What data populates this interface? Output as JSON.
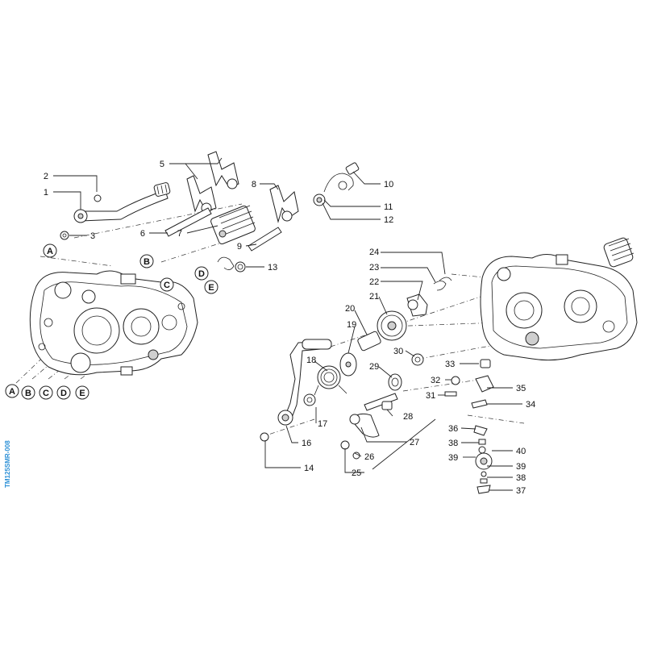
{
  "side_code": "TM125SMR-008",
  "circle_letters": [
    "A",
    "B",
    "C",
    "D",
    "E"
  ],
  "part_numbers": [
    "1",
    "2",
    "3",
    "5",
    "6",
    "7",
    "8",
    "9",
    "10",
    "11",
    "12",
    "13",
    "14",
    "16",
    "17",
    "18",
    "19",
    "20",
    "21",
    "22",
    "23",
    "24",
    "25",
    "26",
    "27",
    "28",
    "29",
    "30",
    "31",
    "32",
    "33",
    "34",
    "35",
    "36",
    "37",
    "38",
    "38",
    "39",
    "39",
    "40"
  ]
}
